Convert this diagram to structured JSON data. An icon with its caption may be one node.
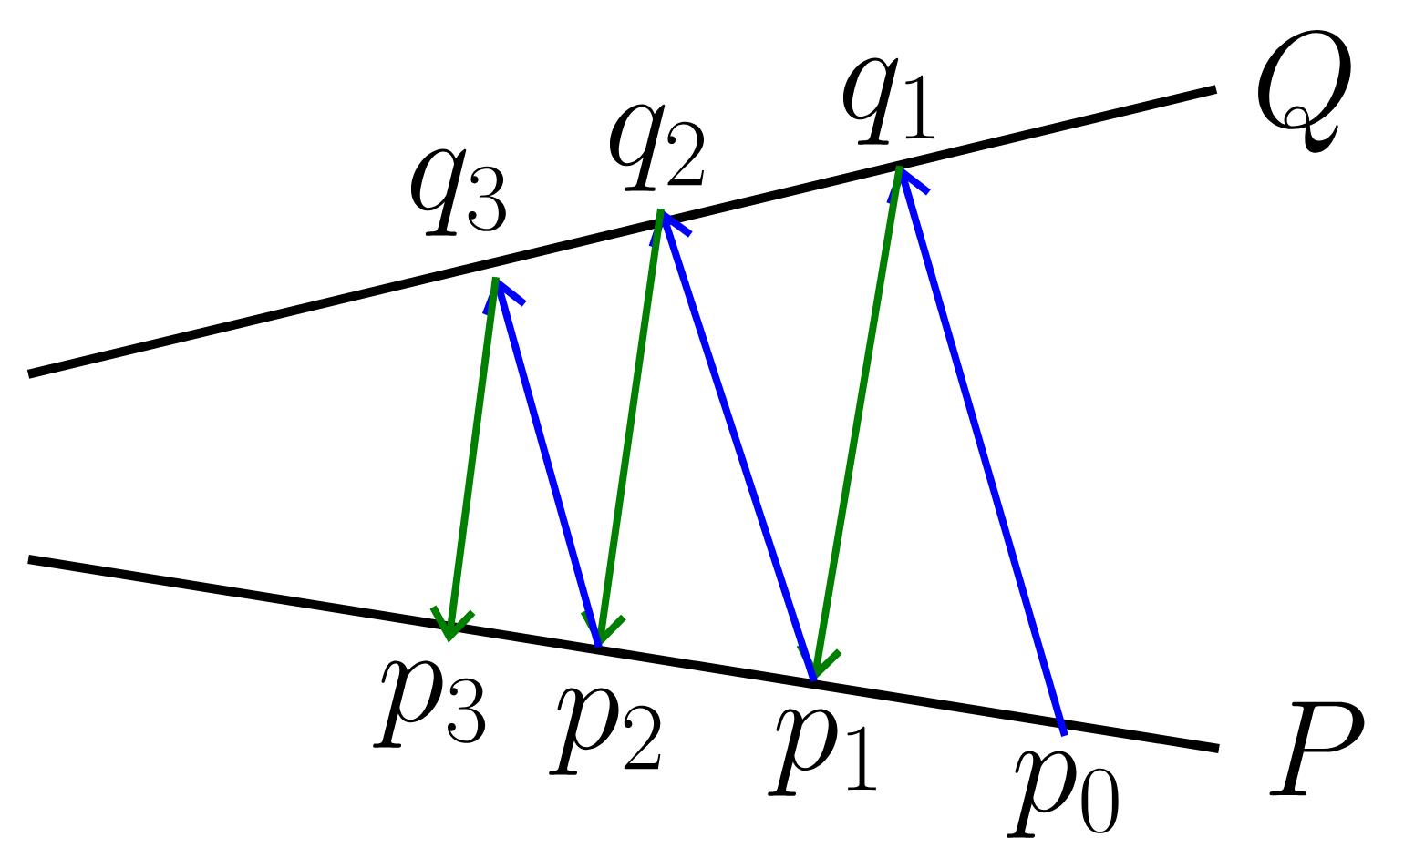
{
  "diagram": {
    "nodes": [
      {
        "text": [
          "q_3"
        ]
      },
      {
        "text": [
          "q_2"
        ]
      },
      {
        "text": [
          "q_1"
        ]
      },
      {
        "text": [
          "p_3"
        ]
      },
      {
        "text": [
          "p_2"
        ]
      },
      {
        "text": [
          "p_1"
        ]
      },
      {
        "text": [
          "p_0"
        ]
      }
    ],
    "edges": [
      {
        "from": 6,
        "to": 2,
        "arrow": "to",
        "color": "#0000ff"
      },
      {
        "from": 2,
        "to": 5,
        "arrow": "to",
        "color": "#007f00"
      },
      {
        "from": 5,
        "to": 1,
        "arrow": "to",
        "color": "#0000ff"
      },
      {
        "from": 1,
        "to": 4,
        "arrow": "to",
        "color": "#007f00"
      },
      {
        "from": 4,
        "to": 0,
        "arrow": "to",
        "color": "#0000ff"
      },
      {
        "from": 0,
        "to": 3,
        "arrow": "to",
        "color": "#007f00"
      }
    ],
    "labels": [
      "Q",
      "P"
    ]
  }
}
